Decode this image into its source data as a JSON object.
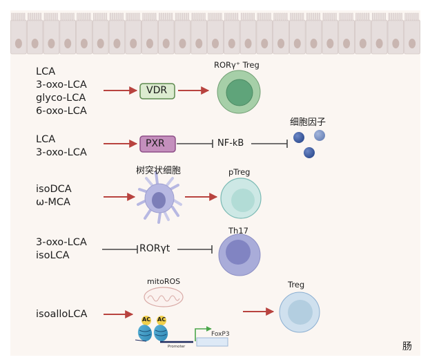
{
  "title": "Bile acid metabolites and intestinal immune regulation",
  "tissue_label": "肠",
  "colors": {
    "background": "#fbf6f2",
    "activation_arrow": "#b8433f",
    "inhibition_line": "#444444",
    "vdr_fill": "#dcebd0",
    "vdr_border": "#5c8a4e",
    "pxr_fill": "#c48fbd",
    "pxr_border": "#8e4f88",
    "ror_treg_cell": "#9cc79f",
    "ptreg_cell": "#cde8e5",
    "th17_cell": "#a9acd9",
    "treg_cell": "#cfe0ee",
    "dendritic_cell": "#b7b8e2",
    "cytokine": "#3c5a9c"
  },
  "pathways": [
    {
      "ligands": [
        "LCA",
        "3-oxo-LCA",
        "glyco-LCA",
        "6-oxo-LCA"
      ],
      "receptor": "VDR",
      "effect": "activation",
      "target": "RORγ⁺ Treg"
    },
    {
      "ligands": [
        "LCA",
        "3-oxo-LCA"
      ],
      "receptor": "PXR",
      "effect": "inhibition",
      "intermediate": "NF-kB",
      "target": "细胞因子"
    },
    {
      "ligands": [
        "isoDCA",
        "ω-MCA"
      ],
      "intermediate": "树突状细胞",
      "effect": "activation",
      "target": "pTreg"
    },
    {
      "ligands": [
        "3-oxo-LCA",
        "isoLCA"
      ],
      "intermediate": "RORγt",
      "effect": "inhibition",
      "target": "Th17"
    },
    {
      "ligands": [
        "isoalloLCA"
      ],
      "mechanism": {
        "organelle": "mitoROS",
        "acetylation_marks": [
          "AC",
          "AC"
        ],
        "promoter_label": "Promoter",
        "gene": "FoxP3"
      },
      "effect": "activation",
      "target": "Treg"
    }
  ]
}
